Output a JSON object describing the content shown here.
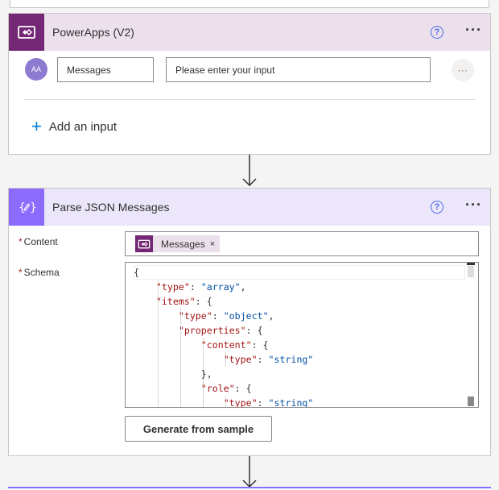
{
  "trigger": {
    "title": "PowerApps (V2)",
    "help_label": "?",
    "more_label": "···",
    "avatar_label": "AA",
    "input_name": "Messages",
    "input_placeholder": "Please enter your input",
    "input_more_label": "···",
    "add_input_label": "Add an input",
    "brand_color": "#742774"
  },
  "parse_json": {
    "title": "Parse JSON Messages",
    "help_label": "?",
    "more_label": "···",
    "content_label": "Content",
    "schema_label": "Schema",
    "required_mark": "*",
    "content_token": "Messages",
    "token_remove": "×",
    "generate_button": "Generate from sample",
    "brand_color": "#8c6cff",
    "schema_lines": [
      {
        "indent": "",
        "parts": [
          [
            "p",
            "{"
          ]
        ]
      },
      {
        "indent": "    ",
        "parts": [
          [
            "k",
            "\"type\""
          ],
          [
            "p",
            ": "
          ],
          [
            "s",
            "\"array\""
          ],
          [
            "p",
            ","
          ]
        ]
      },
      {
        "indent": "    ",
        "parts": [
          [
            "k",
            "\"items\""
          ],
          [
            "p",
            ": {"
          ]
        ]
      },
      {
        "indent": "        ",
        "parts": [
          [
            "k",
            "\"type\""
          ],
          [
            "p",
            ": "
          ],
          [
            "s",
            "\"object\""
          ],
          [
            "p",
            ","
          ]
        ]
      },
      {
        "indent": "        ",
        "parts": [
          [
            "k",
            "\"properties\""
          ],
          [
            "p",
            ": {"
          ]
        ]
      },
      {
        "indent": "            ",
        "parts": [
          [
            "k",
            "\"content\""
          ],
          [
            "p",
            ": {"
          ]
        ]
      },
      {
        "indent": "                ",
        "parts": [
          [
            "k",
            "\"type\""
          ],
          [
            "p",
            ": "
          ],
          [
            "s",
            "\"string\""
          ]
        ]
      },
      {
        "indent": "            ",
        "parts": [
          [
            "p",
            "},"
          ]
        ]
      },
      {
        "indent": "            ",
        "parts": [
          [
            "k",
            "\"role\""
          ],
          [
            "p",
            ": {"
          ]
        ]
      },
      {
        "indent": "                ",
        "parts": [
          [
            "k",
            "\"type\""
          ],
          [
            "p",
            ": "
          ],
          [
            "s",
            "\"string\""
          ]
        ]
      }
    ]
  }
}
